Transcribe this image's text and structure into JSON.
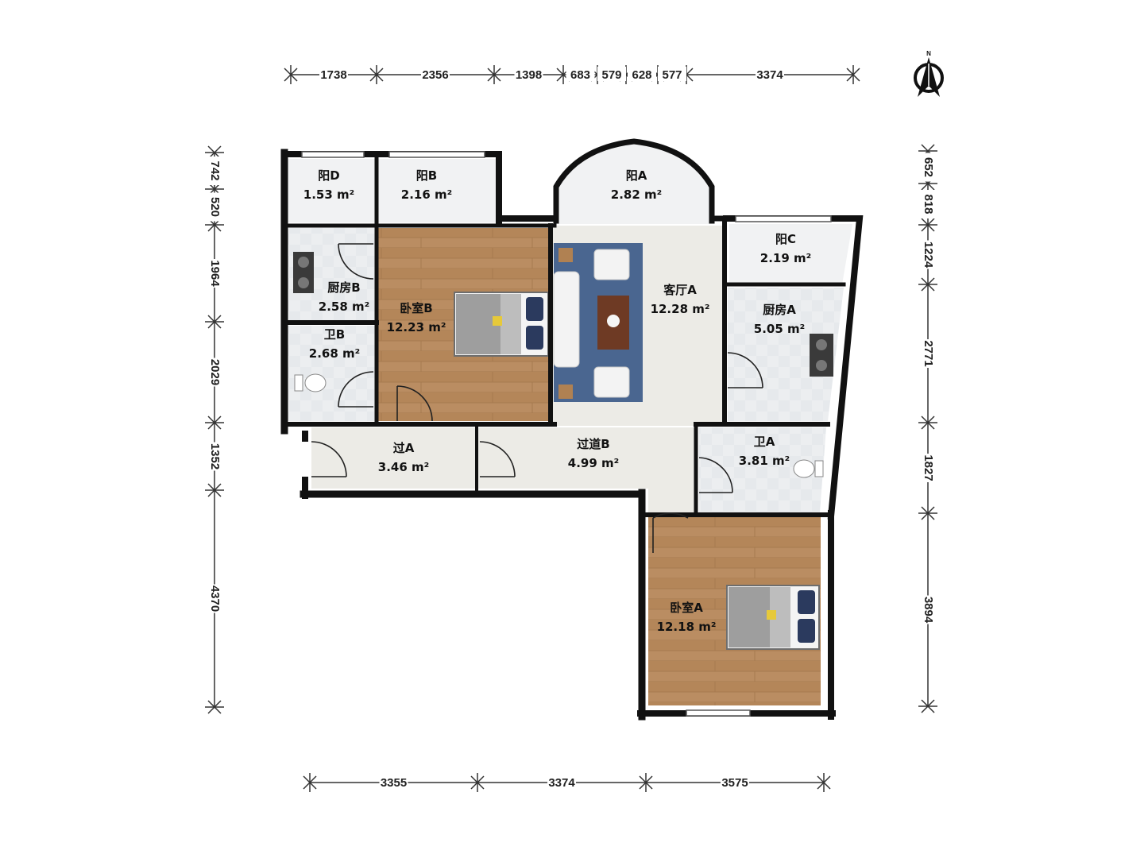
{
  "colors": {
    "wall": "#111111",
    "wood": "#b98c60",
    "tile": "#e9ecef",
    "living": "#eceae4",
    "balcony": "#f2f3f4",
    "rug": "#4a6690",
    "dimension_line": "#333333"
  },
  "compass": {
    "north_label": "N"
  },
  "dimensions": {
    "top": [
      "1738",
      "2356",
      "1398",
      "683",
      "579",
      "628",
      "577",
      "3374"
    ],
    "bottom": [
      "3355",
      "3374",
      "3575"
    ],
    "left": [
      "742",
      "520",
      "1964",
      "2029",
      "1352",
      "4370"
    ],
    "right": [
      "652",
      "818",
      "1224",
      "2771",
      "1827",
      "3894"
    ]
  },
  "rooms": [
    {
      "id": "balcony_d",
      "name": "阳D",
      "area": "1.53 m²"
    },
    {
      "id": "balcony_b",
      "name": "阳B",
      "area": "2.16 m²"
    },
    {
      "id": "balcony_a",
      "name": "阳A",
      "area": "2.82 m²"
    },
    {
      "id": "balcony_c",
      "name": "阳C",
      "area": "2.19 m²"
    },
    {
      "id": "kitchen_b",
      "name": "厨房B",
      "area": "2.58 m²"
    },
    {
      "id": "bedroom_b",
      "name": "卧室B",
      "area": "12.23 m²"
    },
    {
      "id": "living_a",
      "name": "客厅A",
      "area": "12.28 m²"
    },
    {
      "id": "kitchen_a",
      "name": "厨房A",
      "area": "5.05 m²"
    },
    {
      "id": "bath_b",
      "name": "卫B",
      "area": "2.68 m²"
    },
    {
      "id": "hall_a",
      "name": "过A",
      "area": "3.46 m²"
    },
    {
      "id": "hall_b",
      "name": "过道B",
      "area": "4.99 m²"
    },
    {
      "id": "bath_a",
      "name": "卫A",
      "area": "3.81 m²"
    },
    {
      "id": "bedroom_a",
      "name": "卧室A",
      "area": "12.18 m²"
    }
  ]
}
